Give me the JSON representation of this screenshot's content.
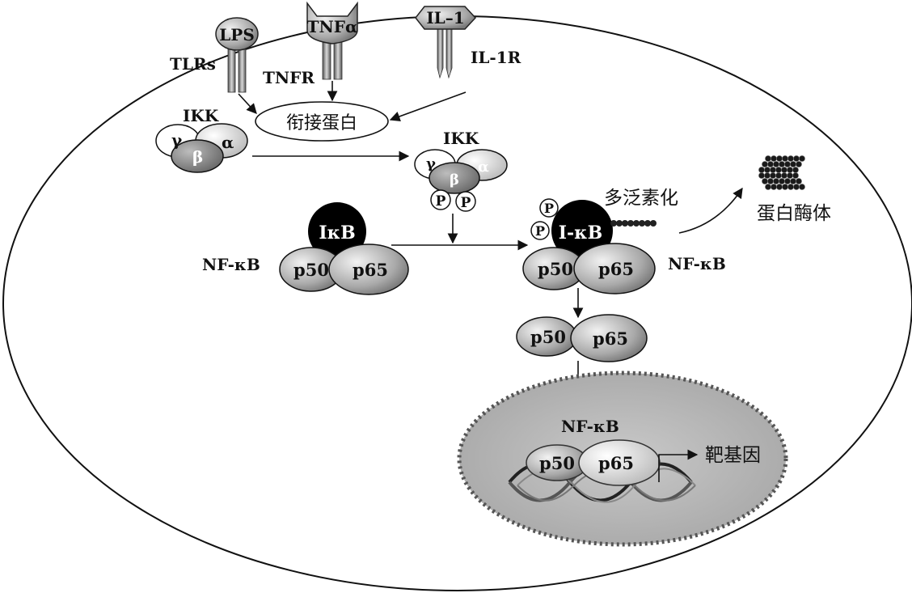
{
  "receptors": {
    "lps": "LPS",
    "tlrs": "TLRs",
    "tnfa": "TNFα",
    "tnfr": "TNFR",
    "il1": "IL–1",
    "il1r": "IL-1R"
  },
  "adapter": "衔接蛋白",
  "ikk_left": {
    "label": "IKK",
    "gamma": "γ",
    "beta": "β",
    "alpha": "α"
  },
  "ikk_right": {
    "label": "IKK",
    "gamma": "γ",
    "beta": "β",
    "alpha": "α",
    "p1": "P",
    "p2": "P"
  },
  "complex_left": {
    "ikb": "IκB",
    "p50": "p50",
    "p65": "p65",
    "nfkb": "NF-κB"
  },
  "complex_right": {
    "ikb": "I-κB",
    "p1": "P",
    "p2": "P",
    "p50": "p50",
    "p65": "p65",
    "nfkb": "NF-κB"
  },
  "ubiquitination": "多泛素化",
  "proteasome": "蛋白酶体",
  "free_dimer": {
    "p50": "p50",
    "p65": "p65"
  },
  "nucleus": {
    "nfkb": "NF-κB",
    "p50": "p50",
    "p65": "p65",
    "target_gene": "靶基因"
  }
}
